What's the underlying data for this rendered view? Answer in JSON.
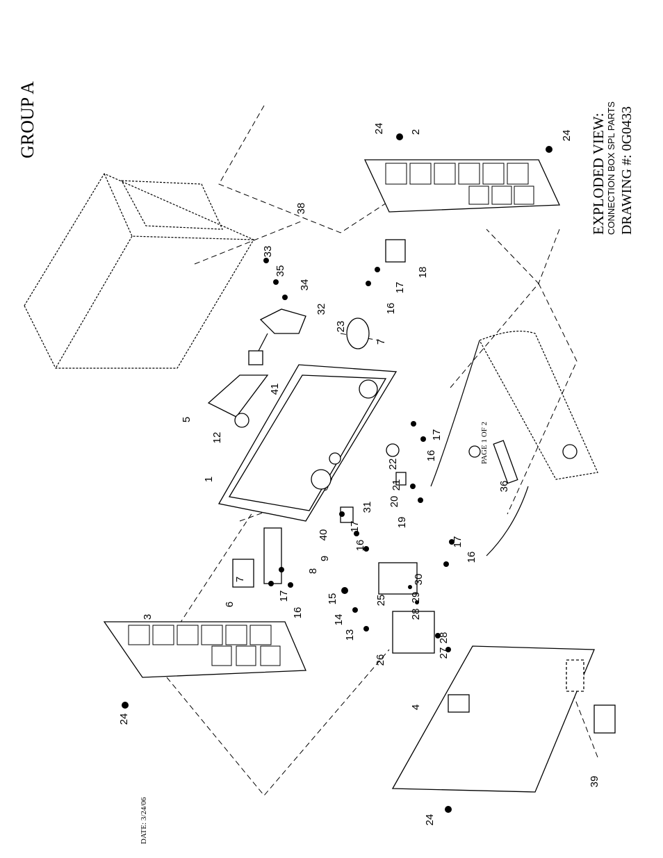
{
  "header": {
    "group": "GROUP A"
  },
  "title_block": {
    "line1": "EXPLODED VIEW:",
    "line2": "CONNECTION BOX SPL PARTS",
    "line3": "DRAWING #: 0G0433"
  },
  "footer": {
    "page": "PAGE 1 OF 2",
    "date": "DATE:  3/24/06"
  },
  "callouts": [
    "24",
    "2",
    "24",
    "38",
    "33",
    "35",
    "34",
    "18",
    "17",
    "16",
    "32",
    "23",
    "7",
    "41",
    "5",
    "12",
    "17",
    "16",
    "1",
    "22",
    "21",
    "20",
    "19",
    "36",
    "31",
    "17",
    "40",
    "16",
    "9",
    "17",
    "8",
    "16",
    "7",
    "30",
    "29",
    "17",
    "6",
    "25",
    "28",
    "16",
    "15",
    "14",
    "3",
    "13",
    "28",
    "27",
    "26",
    "4",
    "24",
    "39",
    "24"
  ]
}
